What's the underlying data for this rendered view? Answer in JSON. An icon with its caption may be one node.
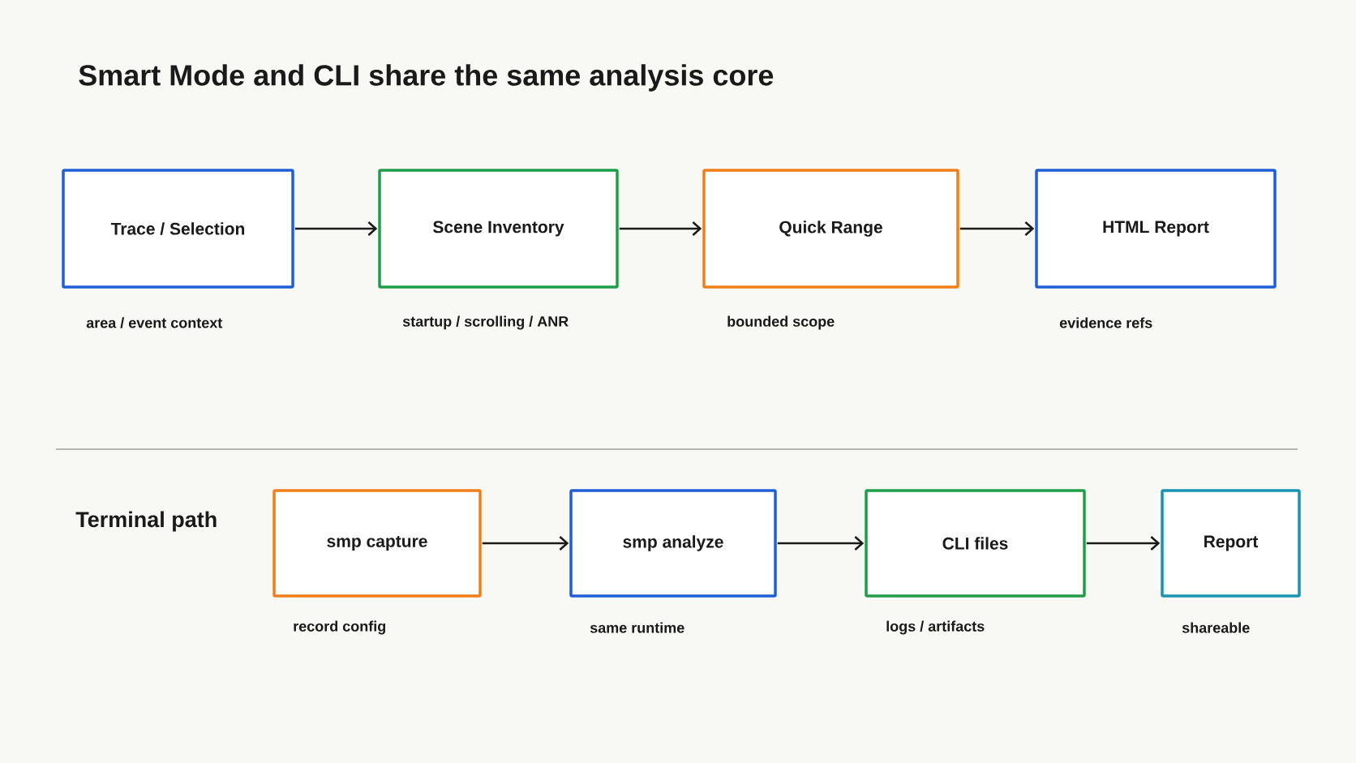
{
  "diagram": {
    "title": "Smart Mode and CLI share the same analysis core",
    "nodes": [
      {
        "text": [
          "Trace / Selection"
        ],
        "beside": [
          "area / event context"
        ]
      },
      {
        "text": [
          "Scene Inventory"
        ],
        "beside": [
          "startup / scrolling / ANR"
        ]
      },
      {
        "text": [
          "Quick Range"
        ],
        "beside": [
          "bounded scope"
        ]
      },
      {
        "text": [
          "HTML Report"
        ],
        "beside": [
          "evidence refs"
        ]
      },
      {
        "text": [
          "smp capture"
        ],
        "beside": [
          "record config"
        ]
      },
      {
        "text": [
          "smp analyze"
        ],
        "beside": [
          "same runtime"
        ]
      },
      {
        "text": [
          "CLI files"
        ],
        "beside": [
          "logs / artifacts"
        ]
      },
      {
        "text": [
          "Report"
        ],
        "beside": [
          "shareable"
        ]
      }
    ],
    "edges": [
      {
        "from": 0,
        "to": 1,
        "arrow": "to"
      },
      {
        "from": 1,
        "to": 2,
        "arrow": "to"
      },
      {
        "from": 2,
        "to": 3,
        "arrow": "to"
      },
      {
        "from": 4,
        "to": 5,
        "arrow": "to"
      },
      {
        "from": 5,
        "to": 6,
        "arrow": "to"
      },
      {
        "from": 6,
        "to": 7,
        "arrow": "to"
      }
    ],
    "labels": [
      "Terminal path"
    ]
  }
}
